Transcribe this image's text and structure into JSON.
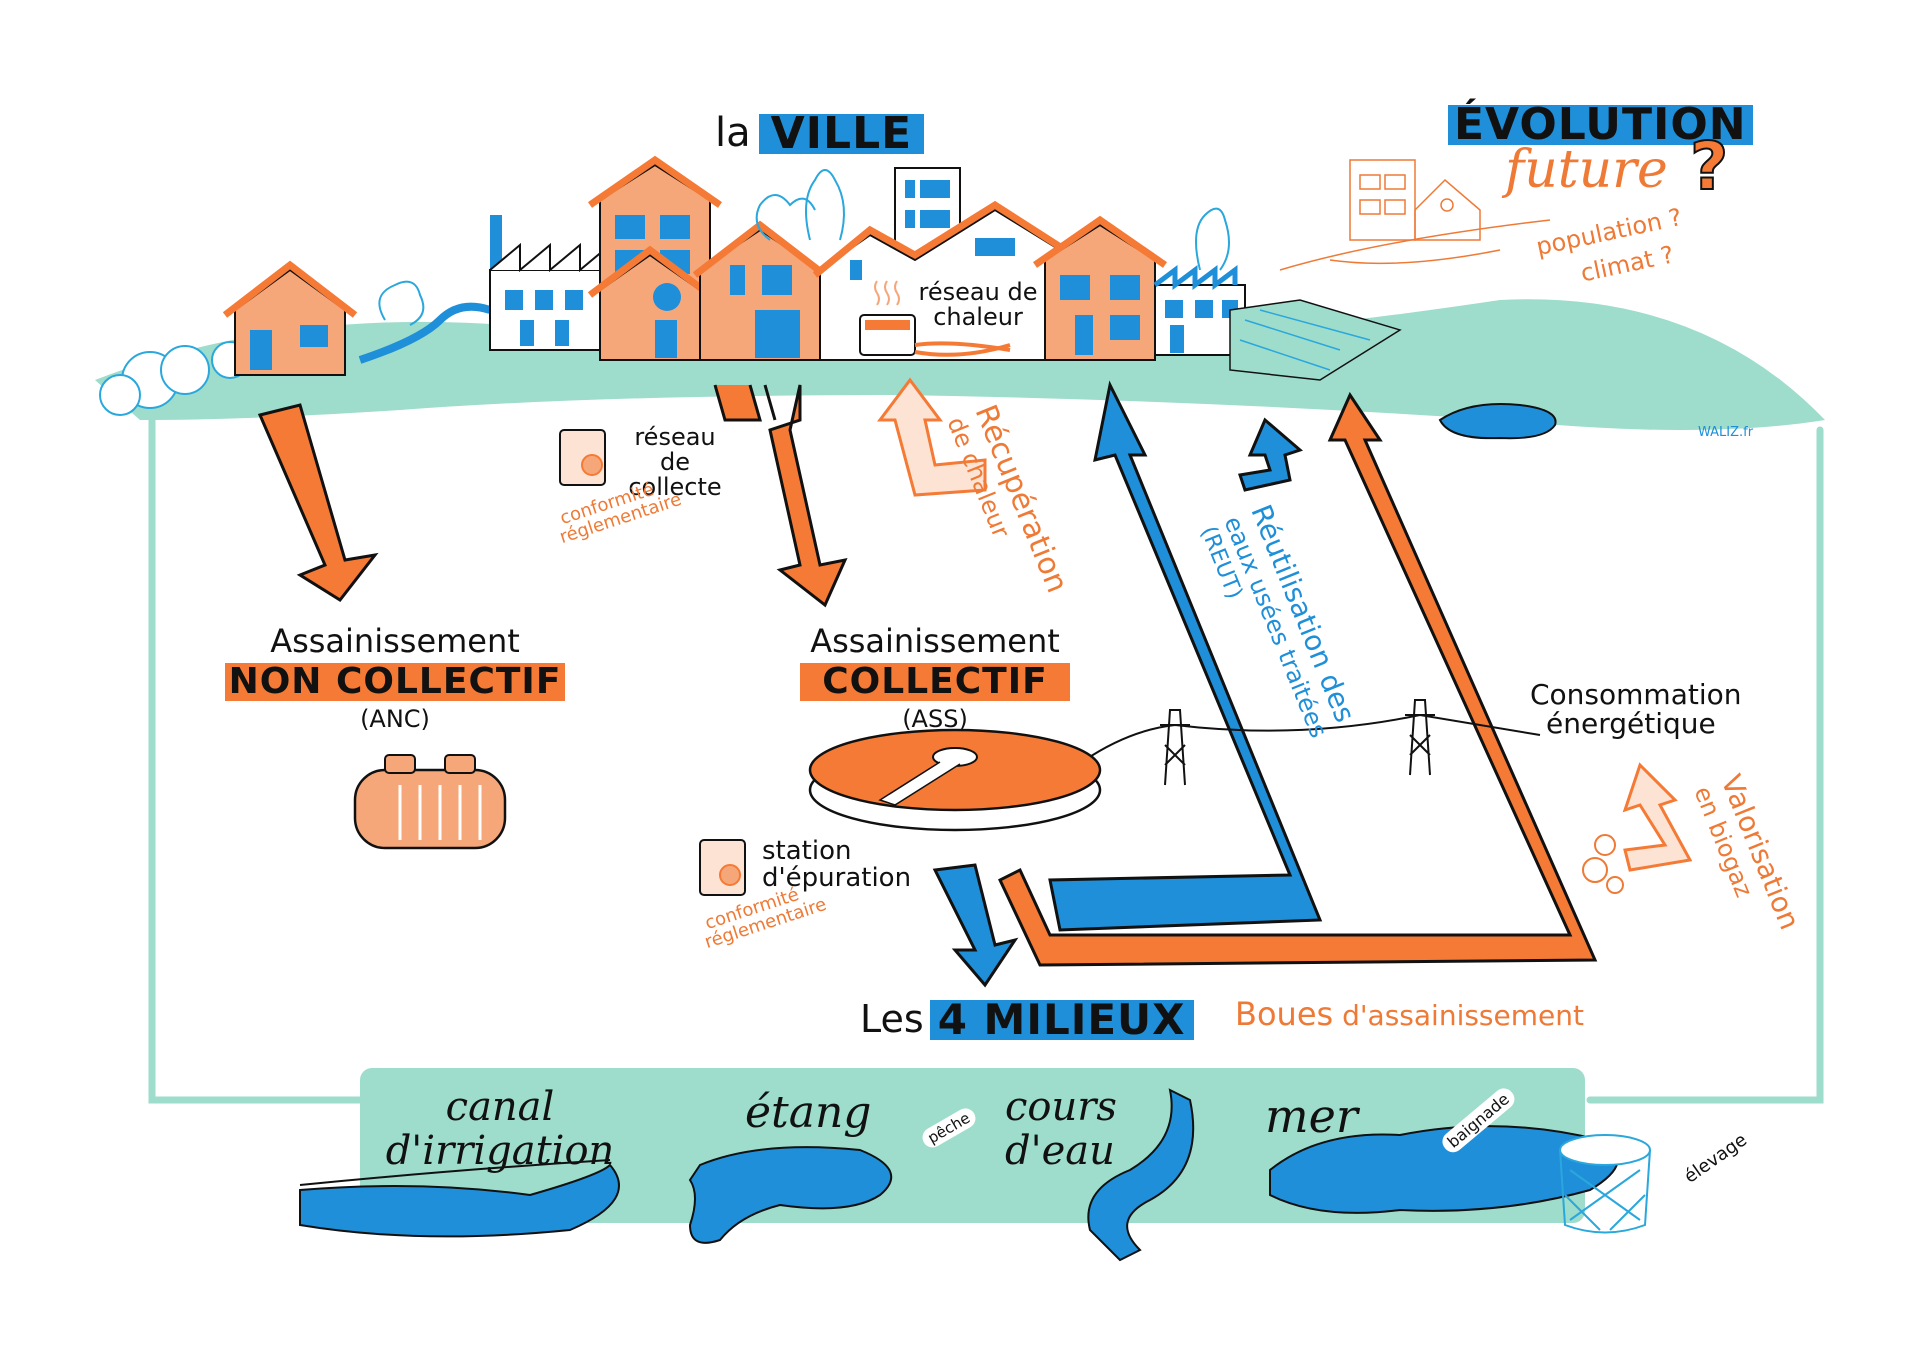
{
  "colors": {
    "blue": "#1e8fd8",
    "orange": "#f47a35",
    "light_orange": "#f6a77a",
    "mint": "#9edccb",
    "ink": "#111111"
  },
  "header": {
    "city_prefix": "la",
    "city_title": "VILLE",
    "future_title": "ÉVOLUTION",
    "future_subtitle": "future",
    "future_mark": "?",
    "future_questions": [
      "population ?",
      "climat ?"
    ]
  },
  "city": {
    "heat_network": "réseau de chaleur"
  },
  "flows": {
    "collection_network": "réseau de collecte",
    "compliance_1": "conformité réglementaire",
    "heat_recovery_title": "Récupération",
    "heat_recovery_sub": "de chaleur",
    "reuse_title": "Réutilisation des",
    "reuse_sub": "eaux usées traitées",
    "reuse_abbr": "(REUT)",
    "energy_consumption_1": "Consommation",
    "energy_consumption_2": "énergétique",
    "biogas_title": "Valorisation",
    "biogas_sub": "en biogaz",
    "sludge_bold": "Boues",
    "sludge_rest": "d'assainissement"
  },
  "anc": {
    "line1": "Assainissement",
    "line2": "NON COLLECTIF",
    "abbr": "(ANC)"
  },
  "ass": {
    "line1": "Assainissement",
    "line2": "COLLECTIF",
    "abbr": "(ASS)",
    "station": "station d'épuration",
    "compliance_2": "conformité réglementaire"
  },
  "milieux": {
    "prefix": "Les",
    "title": "4 MILIEUX",
    "items": [
      {
        "label": "canal d'irrigation"
      },
      {
        "label": "étang",
        "tag": "pêche"
      },
      {
        "label": "cours d'eau"
      },
      {
        "label": "mer",
        "tag": "baignade",
        "extra": "élevage"
      }
    ]
  },
  "credit": "WALIZ.fr"
}
